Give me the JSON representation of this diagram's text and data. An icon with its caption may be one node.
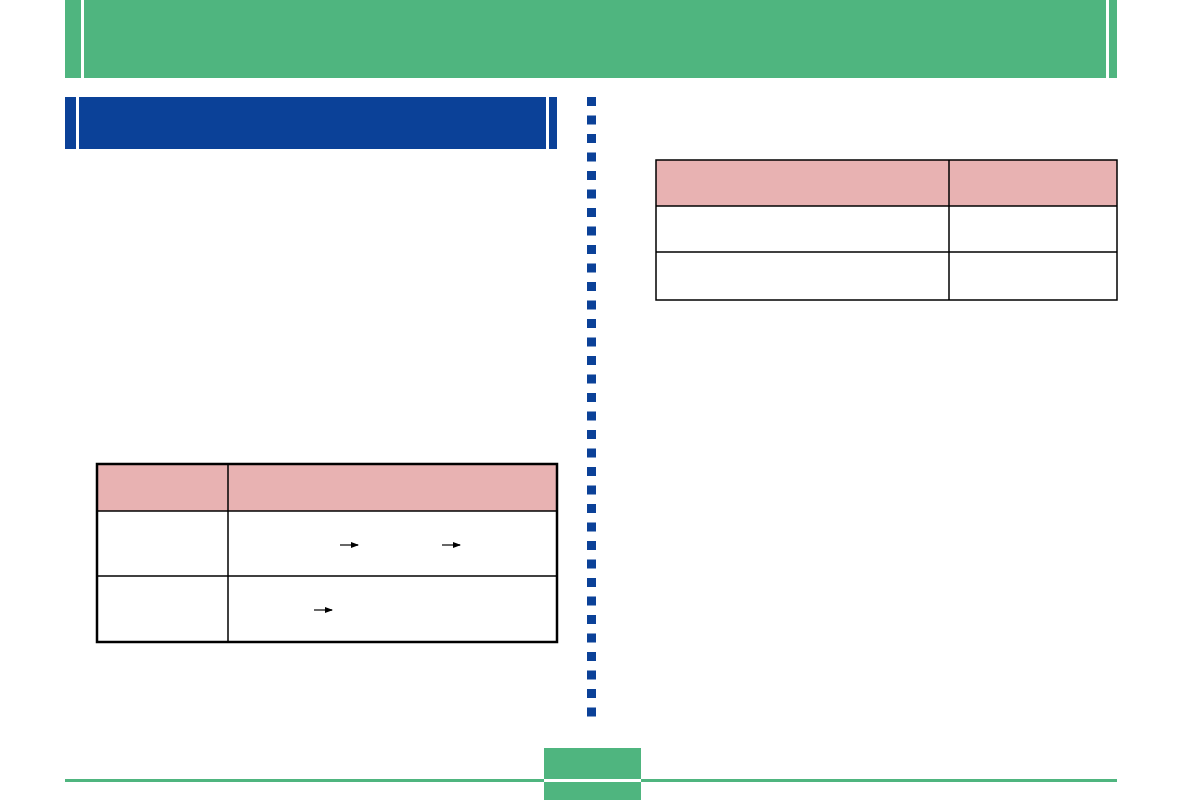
{
  "diagram": {
    "nodes": [
      {
        "text": [],
        "shape": "bar"
      },
      {
        "text": [],
        "shape": "bar"
      },
      {
        "text": [],
        "shape": "box"
      }
    ]
  }
}
